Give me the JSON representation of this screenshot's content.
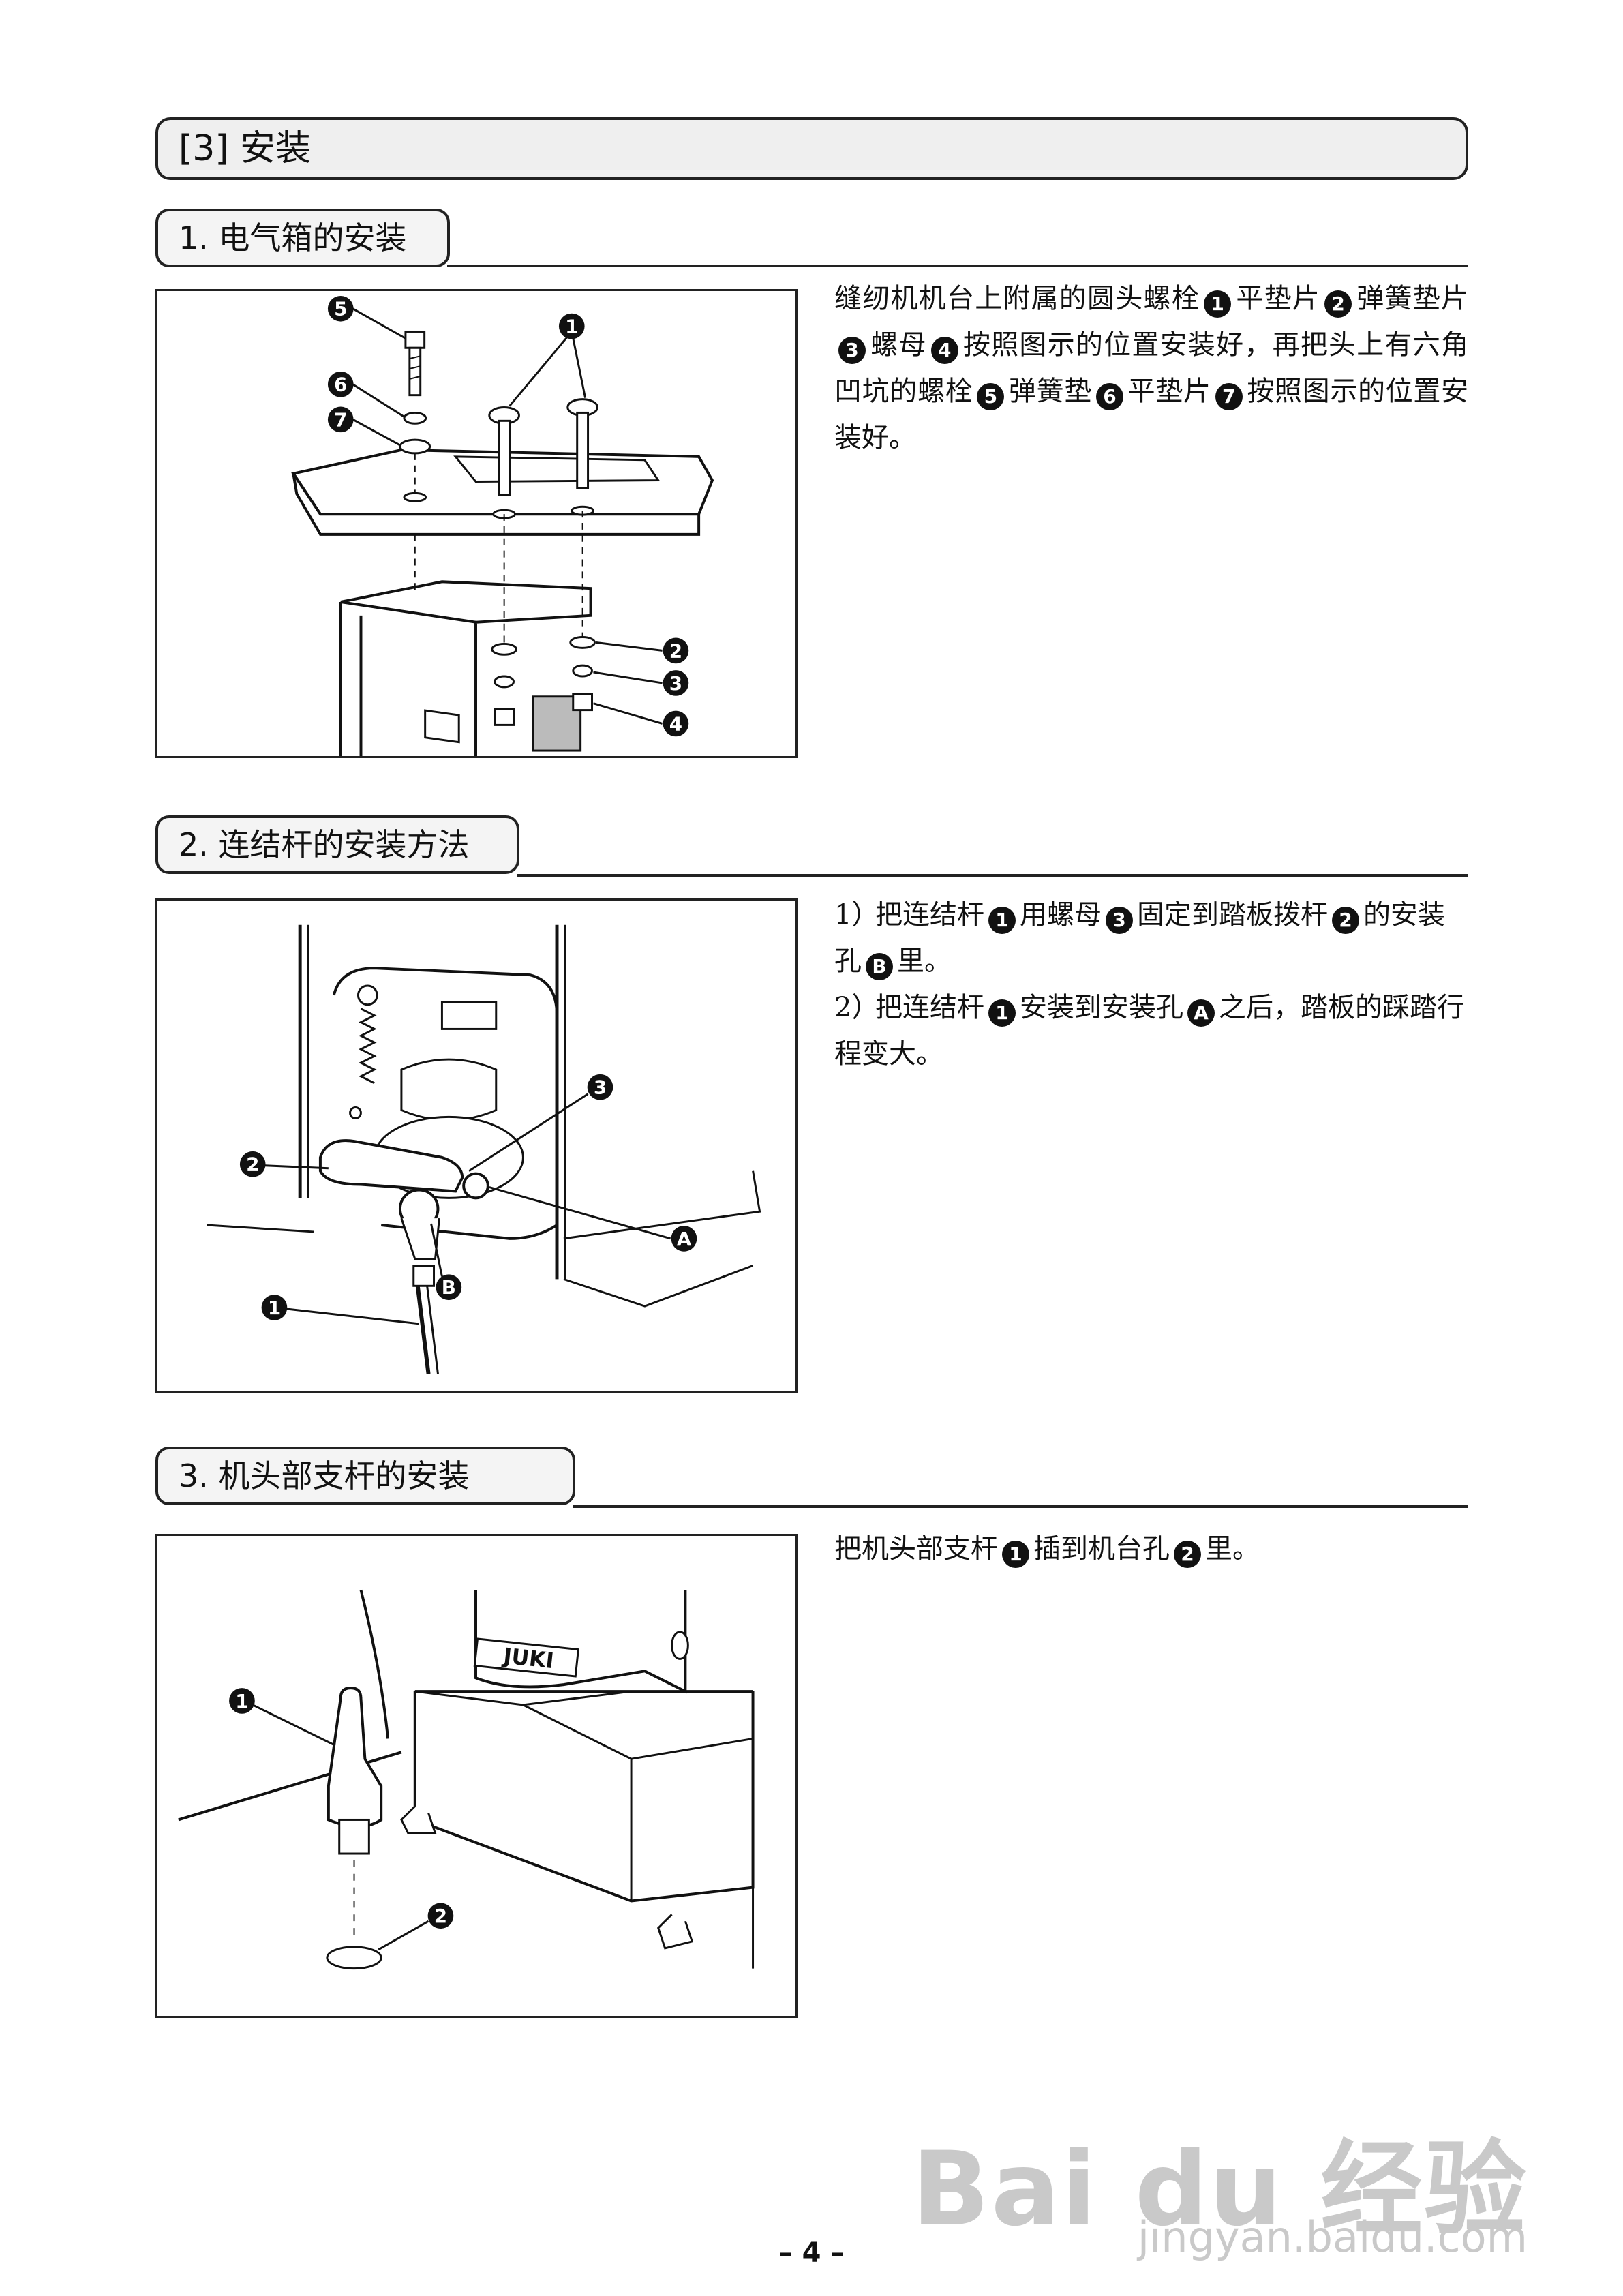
{
  "section": {
    "title": "[3] 安装"
  },
  "subsections": [
    {
      "title": "1. 电气箱的安装",
      "text_parts": [
        "缝纫机机台上附属的圆头螺栓",
        "1",
        "平垫片",
        "2",
        "弹簧垫片",
        "3",
        "螺母",
        "4",
        "按照图示的位置安装好，再把头上有六角凹坑的螺栓",
        "5",
        "弹簧垫",
        "6",
        "平垫片",
        "7",
        "按照图示的位置安装好。"
      ],
      "callouts": [
        "5",
        "6",
        "7",
        "1",
        "2",
        "3",
        "4"
      ]
    },
    {
      "title": "2. 连结杆的安装方法",
      "steps": [
        {
          "num": "1）",
          "parts": [
            "把连结杆",
            "1",
            "用螺母",
            "3",
            "固定到踏板拨杆",
            "2",
            "的安装孔",
            "B",
            "里。"
          ]
        },
        {
          "num": "2）",
          "parts": [
            "把连结杆",
            "1",
            "安装到安装孔",
            "A",
            "之后，踏板的踩踏行程变大。"
          ]
        }
      ],
      "callouts": [
        "3",
        "2",
        "A",
        "1",
        "B"
      ]
    },
    {
      "title": "3. 机头部支杆的安装",
      "text_parts": [
        "把机头部支杆",
        "1",
        "插到机台孔",
        "2",
        "里。"
      ],
      "callouts": [
        "1",
        "2"
      ],
      "logo_text": "JUKI"
    }
  ],
  "page_number": "– 4 –",
  "watermark": {
    "brand": "Bai du 经验",
    "url": "jingyan.baidu.com"
  }
}
